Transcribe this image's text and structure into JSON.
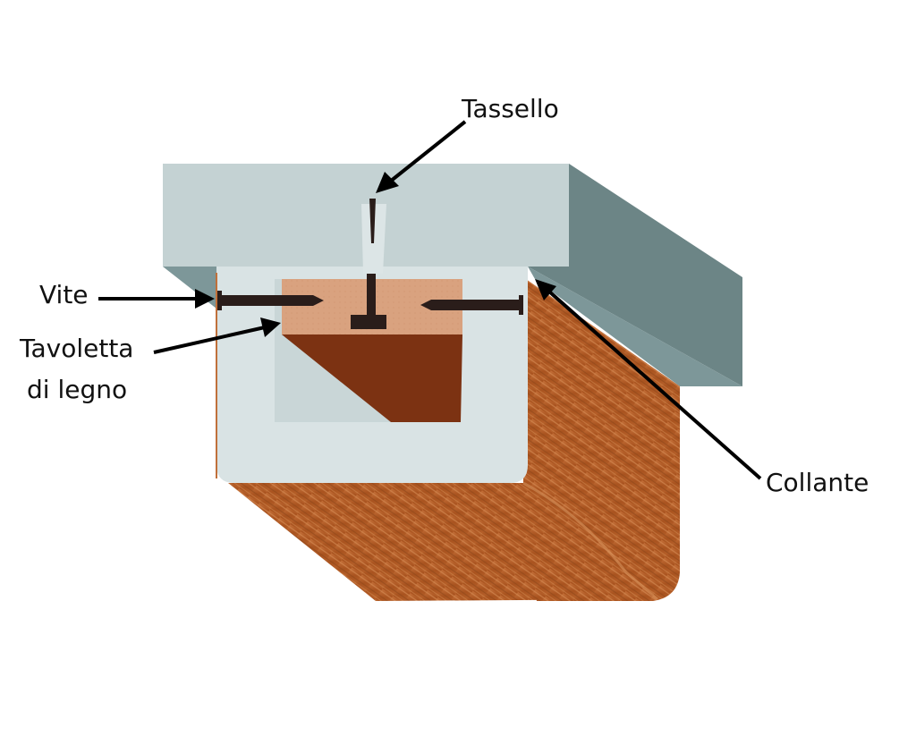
{
  "diagram": {
    "type": "technical-cross-section",
    "subject": "Wooden beam cladding fixed to ceiling",
    "labels": {
      "tassello": "Tassello",
      "vite": "Vite",
      "tavoletta_line1": "Tavoletta",
      "tavoletta_line2": "di legno",
      "collante": "Collante"
    },
    "colors": {
      "ceiling_front": "#c4d2d3",
      "ceiling_side": "#6c8586",
      "ceiling_underside": "#7d9799",
      "cladding_section": "#d9e3e4",
      "inner_void": "#c9d6d7",
      "wood_board_light": "#d7a07e",
      "wood_board_dark": "#7c3212",
      "wood_grain": "#b0602e",
      "wood_grain_dark": "#8a4419",
      "fastener": "#2a1d1a",
      "arrow": "#000000"
    }
  }
}
